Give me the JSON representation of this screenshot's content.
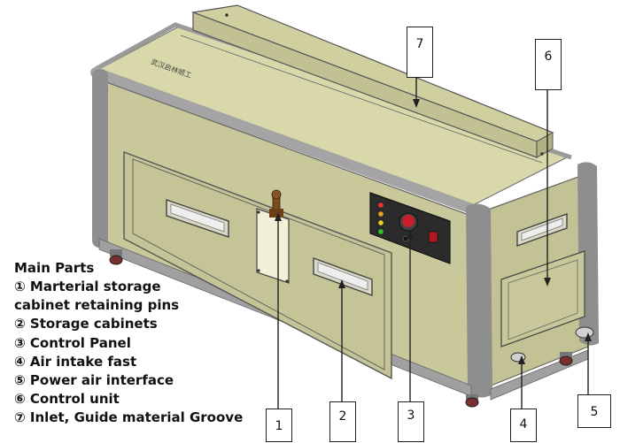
{
  "plate_text": "武汉启林顺工",
  "legend": {
    "heading": "Main Parts",
    "items": [
      "① Marterial storage",
      "cabinet retaining pins",
      "② Storage cabinets",
      "③ Control Panel",
      "④ Air intake fast",
      "⑤ Power air interface",
      "⑥ Control unit",
      "⑦ Inlet, Guide material Groove"
    ]
  },
  "callouts": [
    "1",
    "2",
    "3",
    "4",
    "5",
    "6",
    "7"
  ],
  "colors": {
    "body": "#c8c89a",
    "body_dark": "#b4b486",
    "top": "#d6d6a8",
    "frame": "#9a9a9a",
    "panel": "#2b2b2b",
    "knob": "#c8202a",
    "outline": "#222222"
  }
}
